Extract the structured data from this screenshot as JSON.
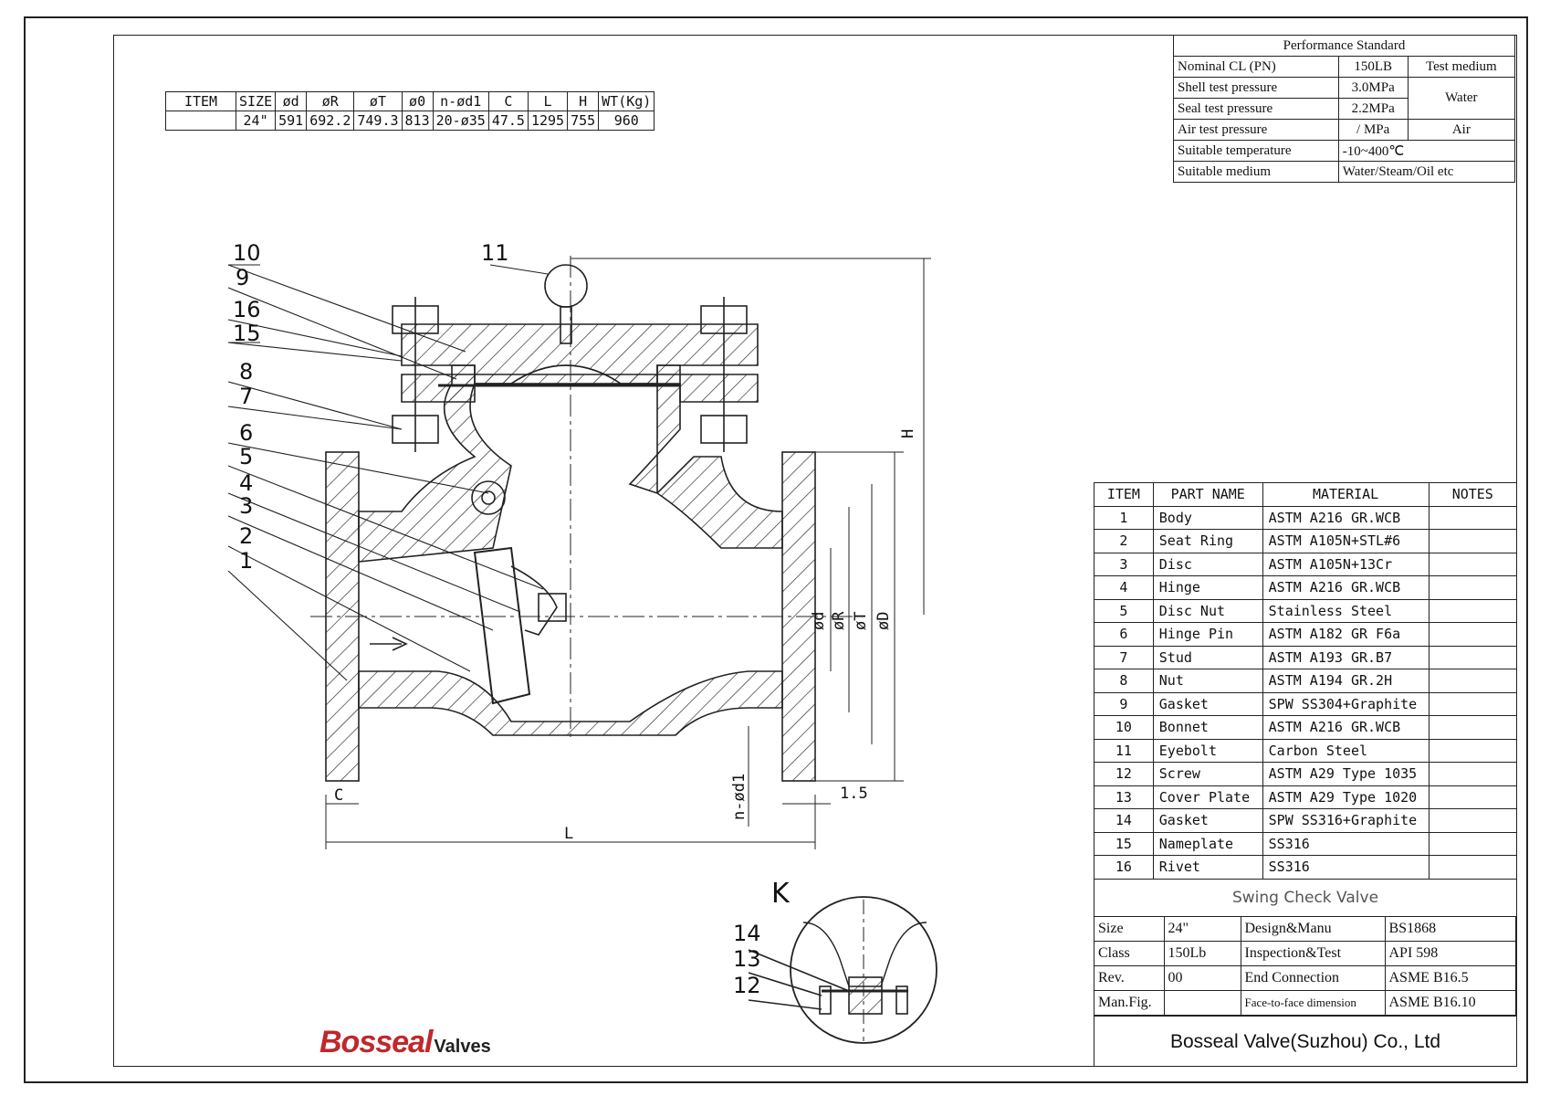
{
  "dimensions_table": {
    "headers": [
      "ITEM",
      "SIZE",
      "ød",
      "øR",
      "øT",
      "ø0",
      "n-ød1",
      "C",
      "L",
      "H",
      "WT(Kg)"
    ],
    "row": [
      "",
      "24\"",
      "591",
      "692.2",
      "749.3",
      "813",
      "20-ø35",
      "47.5",
      "1295",
      "755",
      "960"
    ]
  },
  "performance": {
    "title": "Performance Standard",
    "rows": [
      {
        "label": "Nominal CL (PN)",
        "value": "150LB",
        "medium": "Test medium"
      },
      {
        "label": "Shell test pressure",
        "value": "3.0MPa",
        "medium": "Water"
      },
      {
        "label": "Seal test pressure",
        "value": "2.2MPa"
      },
      {
        "label": "Air test pressure",
        "value": "/ MPa",
        "medium": "Air"
      },
      {
        "label": "Suitable temperature",
        "value": "-10~400℃"
      },
      {
        "label": "Suitable medium",
        "value": "Water/Steam/Oil etc"
      }
    ]
  },
  "parts_list": {
    "headers": [
      "ITEM",
      "PART NAME",
      "MATERIAL",
      "NOTES"
    ],
    "rows": [
      [
        "1",
        "Body",
        "ASTM A216 GR.WCB"
      ],
      [
        "2",
        "Seat Ring",
        "ASTM A105N+STL#6"
      ],
      [
        "3",
        "Disc",
        "ASTM A105N+13Cr"
      ],
      [
        "4",
        "Hinge",
        "ASTM A216 GR.WCB"
      ],
      [
        "5",
        "Disc Nut",
        "Stainless Steel"
      ],
      [
        "6",
        "Hinge Pin",
        "ASTM A182 GR F6a"
      ],
      [
        "7",
        "Stud",
        "ASTM A193 GR.B7"
      ],
      [
        "8",
        "Nut",
        "ASTM A194 GR.2H"
      ],
      [
        "9",
        "Gasket",
        "SPW SS304+Graphite"
      ],
      [
        "10",
        "Bonnet",
        "ASTM A216 GR.WCB"
      ],
      [
        "11",
        "Eyebolt",
        "Carbon Steel"
      ],
      [
        "12",
        "Screw",
        "ASTM A29 Type 1035"
      ],
      [
        "13",
        "Cover Plate",
        "ASTM A29 Type 1020"
      ],
      [
        "14",
        "Gasket",
        "SPW SS316+Graphite"
      ],
      [
        "15",
        "Nameplate",
        "SS316"
      ],
      [
        "16",
        "Rivet",
        "SS316"
      ]
    ]
  },
  "title_block": {
    "title": "Swing Check Valve",
    "rows": [
      [
        "Size",
        "24\"",
        "Design&Manu",
        "BS1868"
      ],
      [
        "Class",
        "150Lb",
        "Inspection&Test",
        "API 598"
      ],
      [
        "Rev.",
        "00",
        "End Connection",
        "ASME B16.5"
      ],
      [
        "Man.Fig.",
        "",
        "Face-to-face dimension",
        "ASME B16.10"
      ]
    ],
    "company": "Bosseal Valve(Suzhou) Co., Ltd"
  },
  "logo": {
    "brand": "Bosseal",
    "suffix": "Valves",
    "color": "#c0282b"
  },
  "drawing": {
    "callouts": [
      "10",
      "9",
      "16",
      "15",
      "8",
      "7",
      "6",
      "5",
      "4",
      "3",
      "2",
      "1",
      "11"
    ],
    "detail_callouts": [
      "14",
      "13",
      "12"
    ],
    "detail_label": "K",
    "dims": {
      "L": "L",
      "C": "C",
      "H": "H",
      "t": "1.5",
      "nd1": "n-ød1",
      "d": "ød",
      "R": "øR",
      "T": "øT",
      "D": "øD"
    }
  }
}
